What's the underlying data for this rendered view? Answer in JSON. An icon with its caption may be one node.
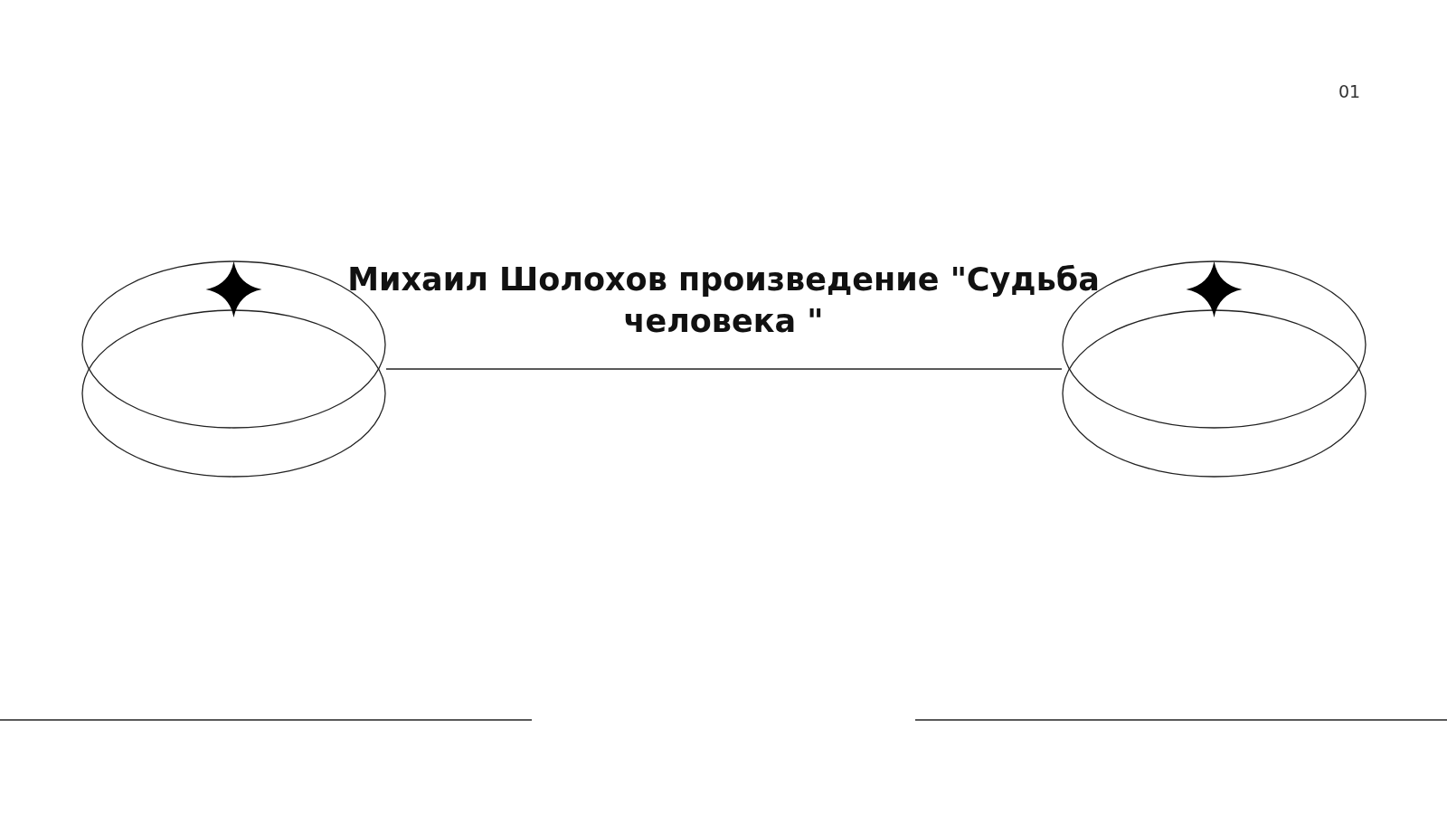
{
  "diagram": {
    "title": "Михаил Шолохов произведение \"Судьба человека \"",
    "nodes": [
      {
        "text": [],
        "shape": "ellipse"
      },
      {
        "text": [],
        "shape": "ellipse"
      }
    ],
    "edges": [
      {
        "from": 0,
        "to": 1,
        "arrow": "none"
      }
    ],
    "labels": [
      "01"
    ]
  }
}
